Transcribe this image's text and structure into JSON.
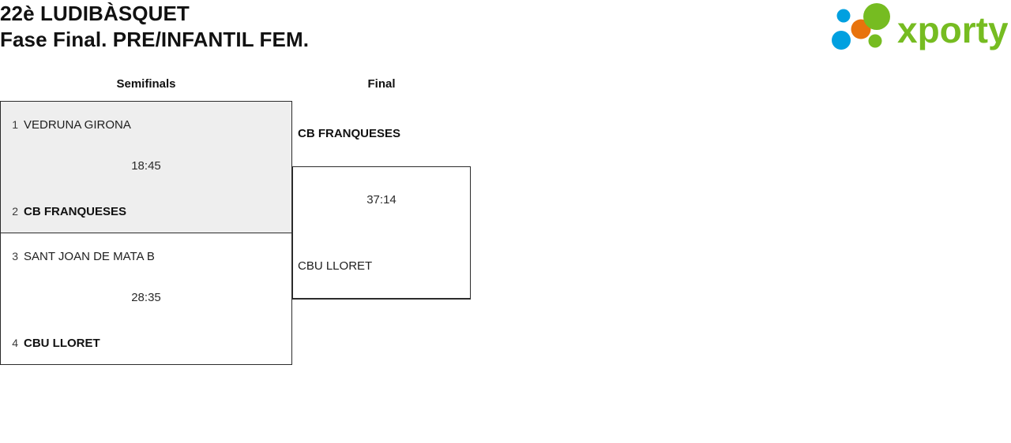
{
  "header": {
    "title_line_1": "22è LUDIBÀSQUET",
    "title_line_2": "Fase Final. PRE/INFANTIL FEM."
  },
  "brand": {
    "name": "xporty",
    "colors": {
      "green": "#76bc21",
      "blue": "#00a0e0",
      "orange": "#e8730c"
    }
  },
  "rounds": [
    {
      "name": "semifinals",
      "label": "Semifinals"
    },
    {
      "name": "final",
      "label": "Final"
    }
  ],
  "bracket": {
    "semifinals": [
      {
        "highlighted": true,
        "score": "18:45",
        "top": {
          "seed": "1",
          "team": "VEDRUNA GIRONA",
          "winner": false
        },
        "bottom": {
          "seed": "2",
          "team": "CB FRANQUESES",
          "winner": true
        }
      },
      {
        "highlighted": false,
        "score": "28:35",
        "top": {
          "seed": "3",
          "team": "SANT JOAN DE MATA B",
          "winner": false
        },
        "bottom": {
          "seed": "4",
          "team": "CBU LLORET",
          "winner": true
        }
      }
    ],
    "final": {
      "score": "37:14",
      "top": {
        "team": "CB FRANQUESES",
        "winner": true
      },
      "bottom": {
        "team": "CBU LLORET",
        "winner": false
      }
    }
  }
}
